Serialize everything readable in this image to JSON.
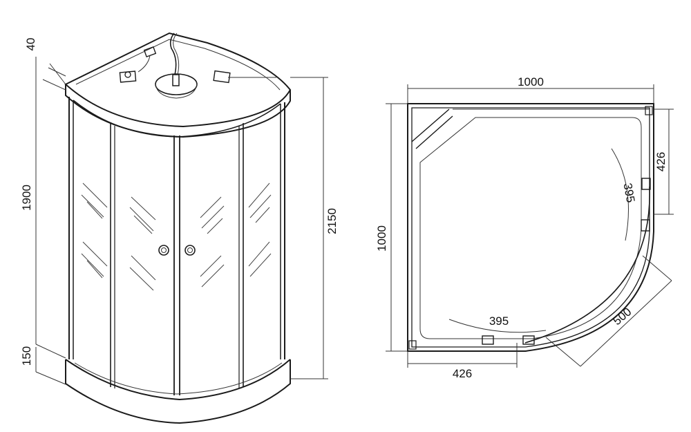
{
  "dimensions": {
    "top_tray_height": "40",
    "panel_height": "1900",
    "base_height": "150",
    "total_height": "2150",
    "plan_width": "1000",
    "plan_depth": "1000",
    "door_width_side": "426",
    "door_width_bottom": "426",
    "door_opening_side": "395",
    "door_opening_bottom": "395",
    "radius": "500"
  },
  "colors": {
    "line": "#1a1a1a",
    "background": "#ffffff"
  }
}
